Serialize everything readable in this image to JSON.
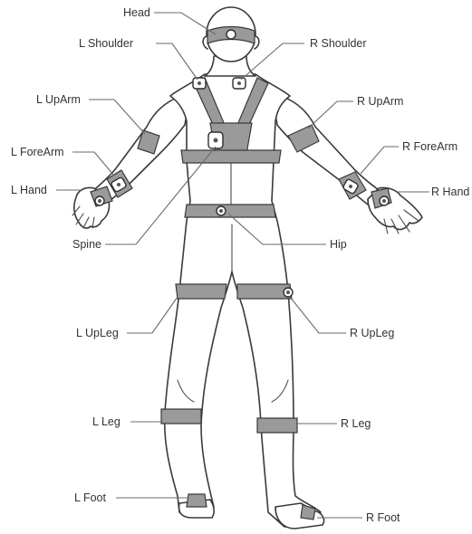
{
  "colors": {
    "line": "#3a3a3a",
    "strap": "#9a9a9a",
    "label": "#333333",
    "background": "#ffffff"
  },
  "labels": {
    "head": "Head",
    "l_shoulder": "L Shoulder",
    "r_shoulder": "R Shoulder",
    "l_uparm": "L UpArm",
    "r_uparm": "R UpArm",
    "l_forearm": "L ForeArm",
    "r_forearm": "R ForeArm",
    "l_hand": "L Hand",
    "r_hand": "R Hand",
    "spine": "Spine",
    "hip": "Hip",
    "l_upleg": "L UpLeg",
    "r_upleg": "R UpLeg",
    "l_leg": "L Leg",
    "r_leg": "R Leg",
    "l_foot": "L Foot",
    "r_foot": "R Foot"
  }
}
